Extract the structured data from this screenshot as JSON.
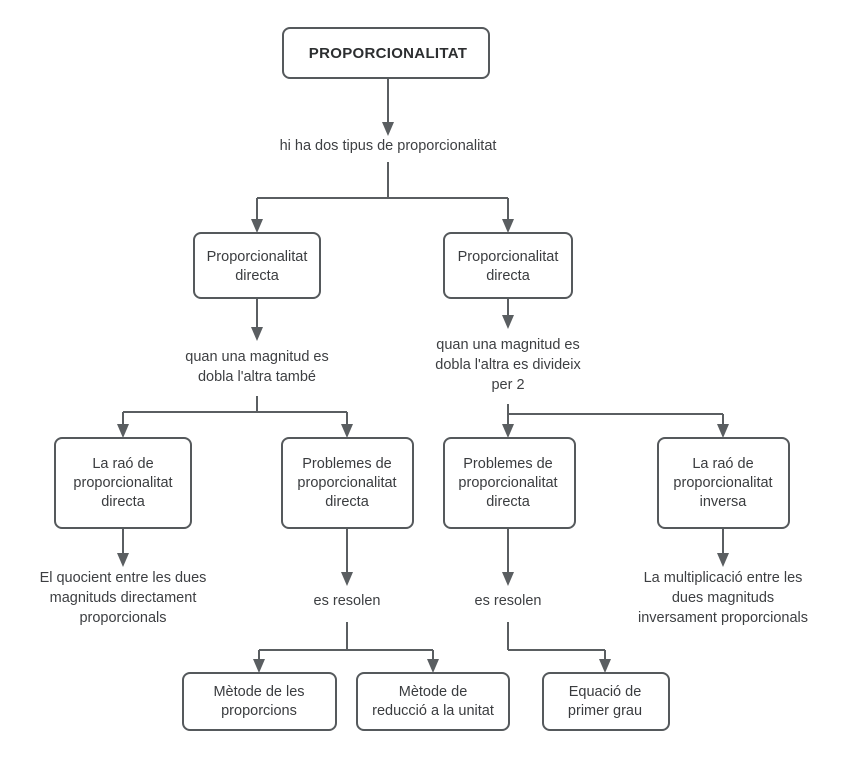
{
  "diagram": {
    "title": "PROPORCIONALITAT",
    "language": "ca",
    "background_color": "#ffffff",
    "box_border_color": "#55595c",
    "connector_color": "#5a5e61",
    "text_color": "#3d3f42",
    "nodes": {
      "root": {
        "label": "PROPORCIONALITAT"
      },
      "split_label": {
        "label": "hi ha dos tipus de proporcionalitat"
      },
      "type_left": {
        "line1": "Proporcionalitat",
        "line2": "directa"
      },
      "type_right": {
        "line1": "Proporcionalitat",
        "line2": "directa"
      },
      "desc_left": {
        "line1": "quan una magnitud es",
        "line2": "dobla l'altra també"
      },
      "desc_right": {
        "line1": "quan una magnitud es",
        "line2": "dobla l'altra es divideix",
        "line3": "per 2"
      },
      "l3_a": {
        "line1": "La raó de",
        "line2": "proporcionalitat",
        "line3": "directa"
      },
      "l3_b": {
        "line1": "Problemes de",
        "line2": "proporcionalitat",
        "line3": "directa"
      },
      "l3_c": {
        "line1": "Problemes de",
        "line2": "proporcionalitat",
        "line3": "directa"
      },
      "l3_d": {
        "line1": "La raó de",
        "line2": "proporcionalitat",
        "line3": "inversa"
      },
      "note_a": {
        "line1": "El quocient entre les dues",
        "line2": "magnituds directament",
        "line3": "proporcionals"
      },
      "note_b": {
        "line1": "es resolen"
      },
      "note_c": {
        "line1": "es resolen"
      },
      "note_d": {
        "line1": "La multiplicació entre les",
        "line2": "dues magnituds",
        "line3": "inversament proporcionals"
      },
      "m1": {
        "line1": "Mètode de les",
        "line2": "proporcions"
      },
      "m2": {
        "line1": "Mètode de",
        "line2": "reducció a la unitat"
      },
      "m3": {
        "line1": "Equació de",
        "line2": "primer grau"
      }
    }
  }
}
